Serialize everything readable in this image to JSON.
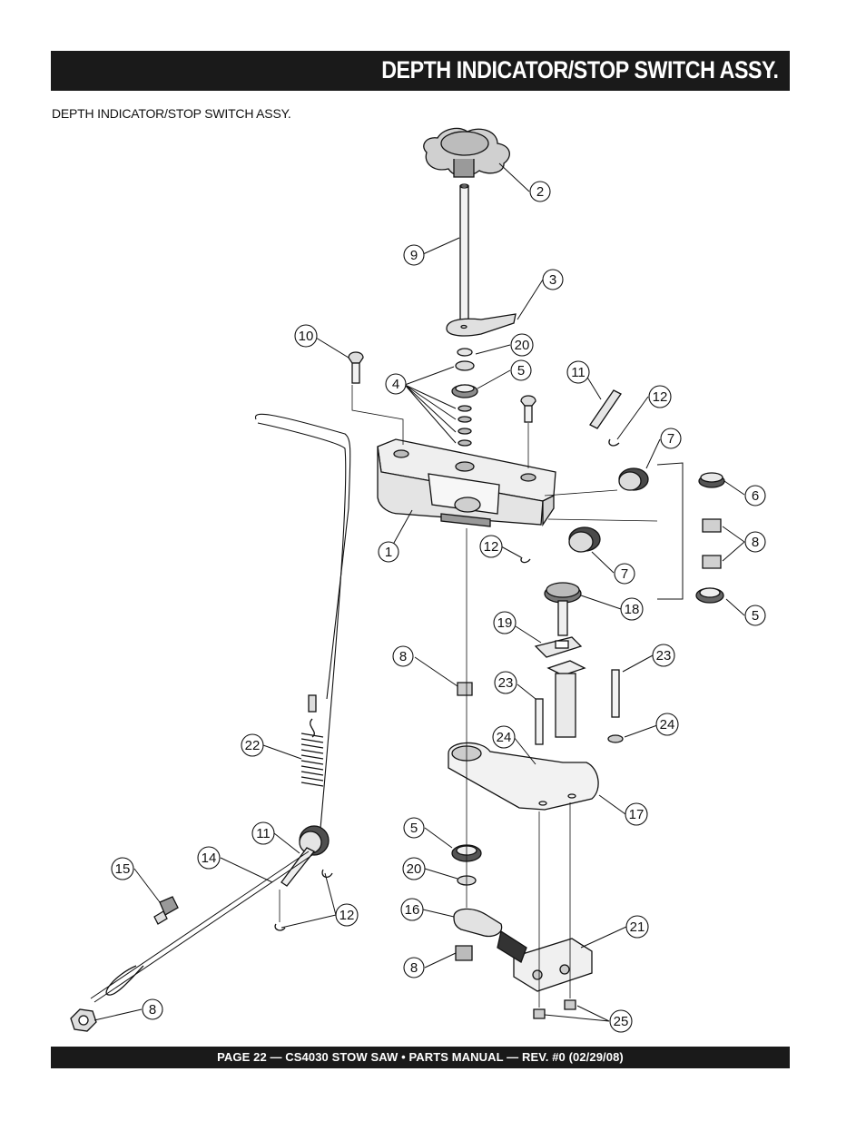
{
  "header": {
    "title": "DEPTH INDICATOR/STOP SWITCH ASSY."
  },
  "subtitle": "DEPTH INDICATOR/STOP SWITCH ASSY.",
  "callouts": {
    "c2": "2",
    "c9": "9",
    "c3": "3",
    "c10": "10",
    "c20a": "20",
    "c5a": "5",
    "c4": "4",
    "c11a": "11",
    "c12a": "12",
    "c7a": "7",
    "c6": "6",
    "c8a": "8",
    "c1": "1",
    "c12b": "12",
    "c7b": "7",
    "c18": "18",
    "c5b": "5",
    "c19": "19",
    "c23a": "23",
    "c8b": "8",
    "c23b": "23",
    "c24a": "24",
    "c24b": "24",
    "c22": "22",
    "c17": "17",
    "c11b": "11",
    "c5c": "5",
    "c15": "15",
    "c14": "14",
    "c20b": "20",
    "c12c": "12",
    "c16": "16",
    "c21": "21",
    "c8c": "8",
    "c8d": "8",
    "c25": "25"
  },
  "footer": {
    "text": "PAGE 22 — CS4030 STOW SAW • PARTS MANUAL — REV. #0 (02/29/08)"
  }
}
